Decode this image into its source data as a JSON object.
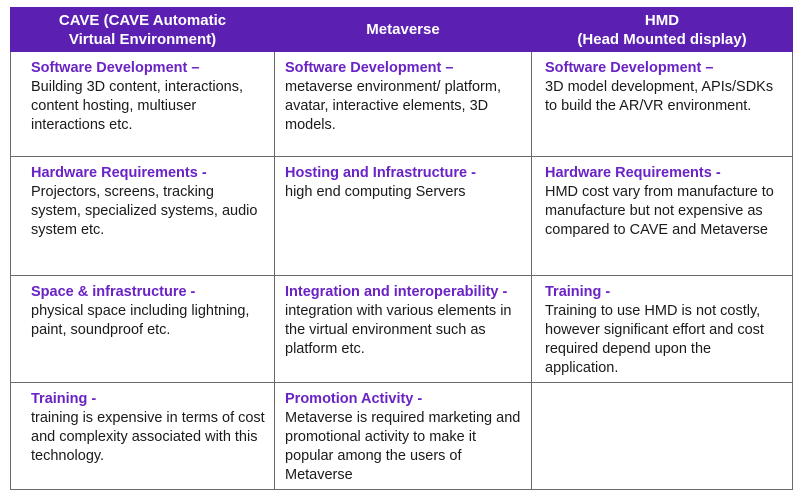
{
  "headers": [
    {
      "line1": "CAVE (CAVE Automatic",
      "line2": "Virtual Environment)"
    },
    {
      "line1": "Metaverse",
      "line2": ""
    },
    {
      "line1": "HMD",
      "line2": "(Head Mounted display)"
    }
  ],
  "rows": [
    [
      {
        "title": "Software Development –",
        "body": "Building 3D content, interactions, content hosting, multiuser interactions etc."
      },
      {
        "title": "Software Development –",
        "body": "metaverse environment/ platform, avatar, interactive elements, 3D models."
      },
      {
        "title": "Software Development –",
        "body": "3D model development, APIs/SDKs to build the AR/VR environment."
      }
    ],
    [
      {
        "title": "Hardware Requirements -",
        "body": "Projectors, screens, tracking system, specialized systems, audio system etc."
      },
      {
        "title": "Hosting and Infrastructure -",
        "body": "high end computing Servers"
      },
      {
        "title": "Hardware Requirements -",
        "body": "HMD cost vary from manufacture to manufacture but not expensive as compared to CAVE and Metaverse"
      }
    ],
    [
      {
        "title": "Space & infrastructure -",
        "body": "physical space including lightning, paint, soundproof etc."
      },
      {
        "title": "Integration and interoperability -",
        "body": "integration with various elements in the virtual environment such as platform etc."
      },
      {
        "title": "Training -",
        "body": "Training to use HMD is not costly, however significant effort and cost required depend upon the application."
      }
    ],
    [
      {
        "title": "Training -",
        "body": "training is expensive in terms of cost and complexity associated with this technology."
      },
      {
        "title": "Promotion Activity -",
        "body": "Metaverse is required marketing and promotional activity to make it popular among the users of Metaverse"
      },
      {
        "title": "",
        "body": ""
      }
    ]
  ],
  "colors": {
    "header_bg": "#5b1fb2",
    "title_text": "#6a23c4",
    "border": "#6a6a6a"
  }
}
